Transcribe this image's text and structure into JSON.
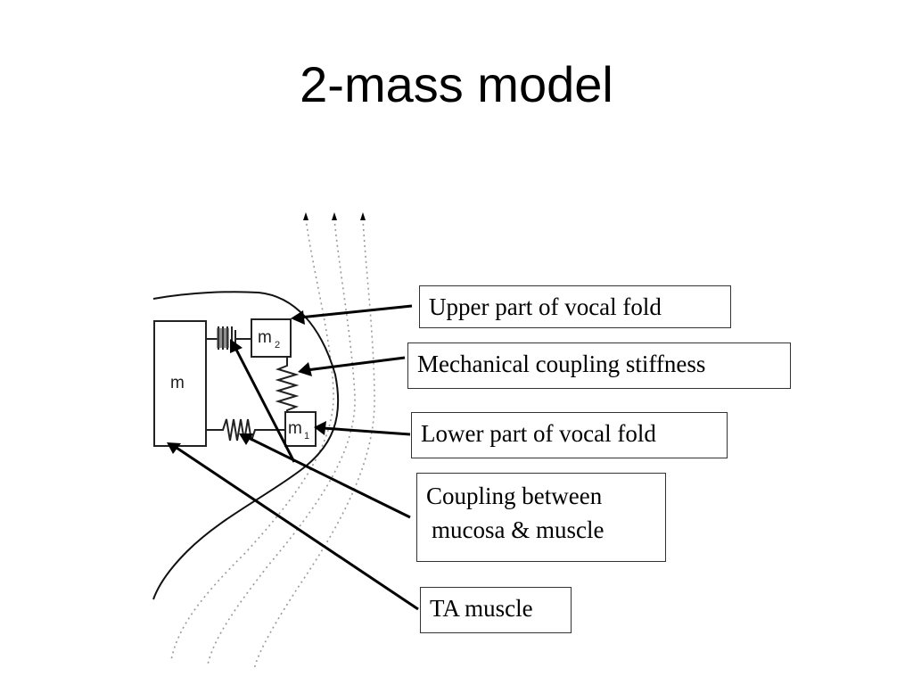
{
  "slide": {
    "title": "2-mass model"
  },
  "diagram": {
    "masses": {
      "main": "m",
      "upper": "m",
      "upper_sub": "2",
      "lower": "m",
      "lower_sub": "1"
    },
    "labels": {
      "upper_fold": "Upper part of vocal fold",
      "coupling_stiffness": "Mechanical coupling stiffness",
      "lower_fold": "Lower part of vocal fold",
      "mucosa_muscle_line1": "Coupling between",
      "mucosa_muscle_line2": "mucosa & muscle",
      "ta_muscle": "TA muscle"
    }
  }
}
